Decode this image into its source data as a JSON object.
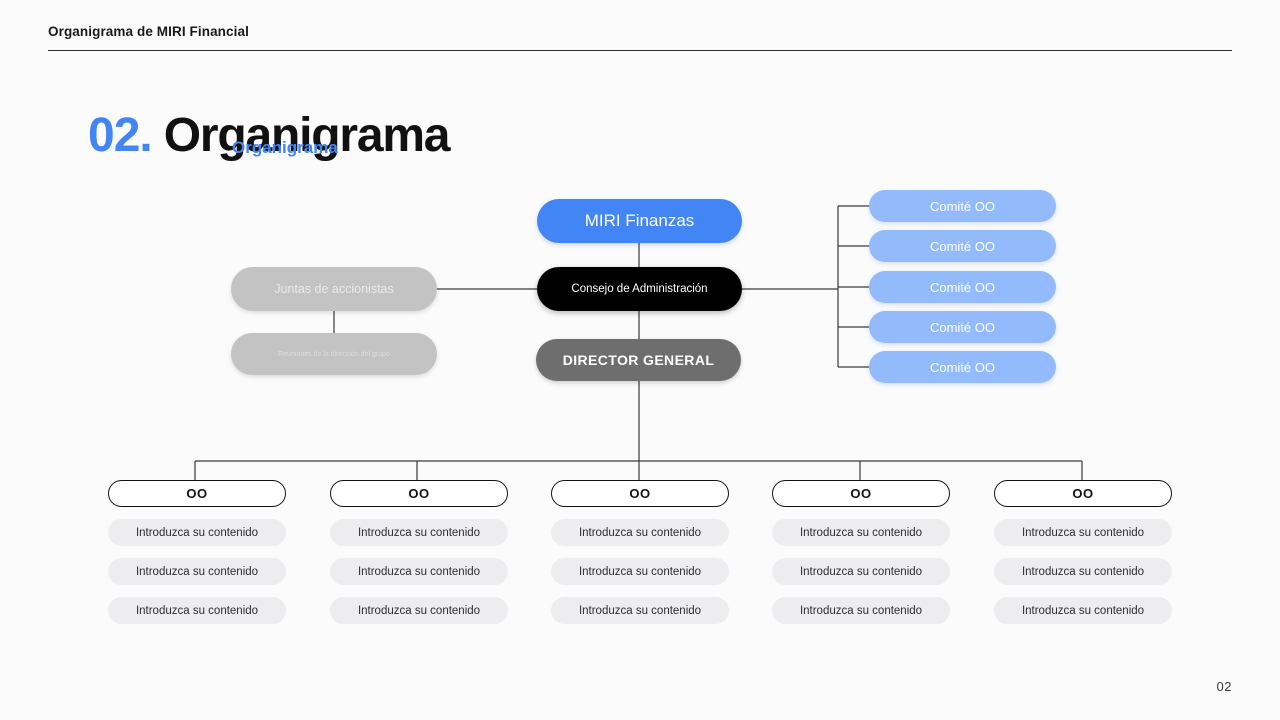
{
  "header": {
    "title": "Organigrama de MIRI Financial"
  },
  "title": {
    "number": "02.",
    "main": "Organigrama",
    "ghost": "Organigrama"
  },
  "chart_data": {
    "type": "diagram",
    "title": "Organigrama",
    "nodes": {
      "top": {
        "label": "MIRI Finanzas",
        "color": "#4285f4"
      },
      "board": {
        "label": "Consejo de Administración",
        "color": "#000000"
      },
      "ceo": {
        "label": "DIRECTOR GENERAL",
        "color": "#6e6e6e"
      },
      "shareholders": {
        "label": "Juntas de accionistas",
        "color": "#c3c3c3"
      },
      "group_meetings": {
        "label": "Reuniones de la dirección del grupo",
        "color": "#c3c3c3"
      }
    },
    "committees": [
      {
        "label": "Comité OO"
      },
      {
        "label": "Comité OO"
      },
      {
        "label": "Comité OO"
      },
      {
        "label": "Comité OO"
      },
      {
        "label": "Comité OO"
      }
    ],
    "committee_color": "#93bbfc",
    "departments": [
      {
        "head": "OO",
        "items": [
          "Introduzca su contenido",
          "Introduzca su contenido",
          "Introduzca su contenido"
        ]
      },
      {
        "head": "OO",
        "items": [
          "Introduzca su contenido",
          "Introduzca su contenido",
          "Introduzca su contenido"
        ]
      },
      {
        "head": "OO",
        "items": [
          "Introduzca su contenido",
          "Introduzca su contenido",
          "Introduzca su contenido"
        ]
      },
      {
        "head": "OO",
        "items": [
          "Introduzca su contenido",
          "Introduzca su contenido",
          "Introduzca su contenido"
        ]
      },
      {
        "head": "OO",
        "items": [
          "Introduzca su contenido",
          "Introduzca su contenido",
          "Introduzca su contenido"
        ]
      }
    ]
  },
  "footer": {
    "page": "02"
  }
}
